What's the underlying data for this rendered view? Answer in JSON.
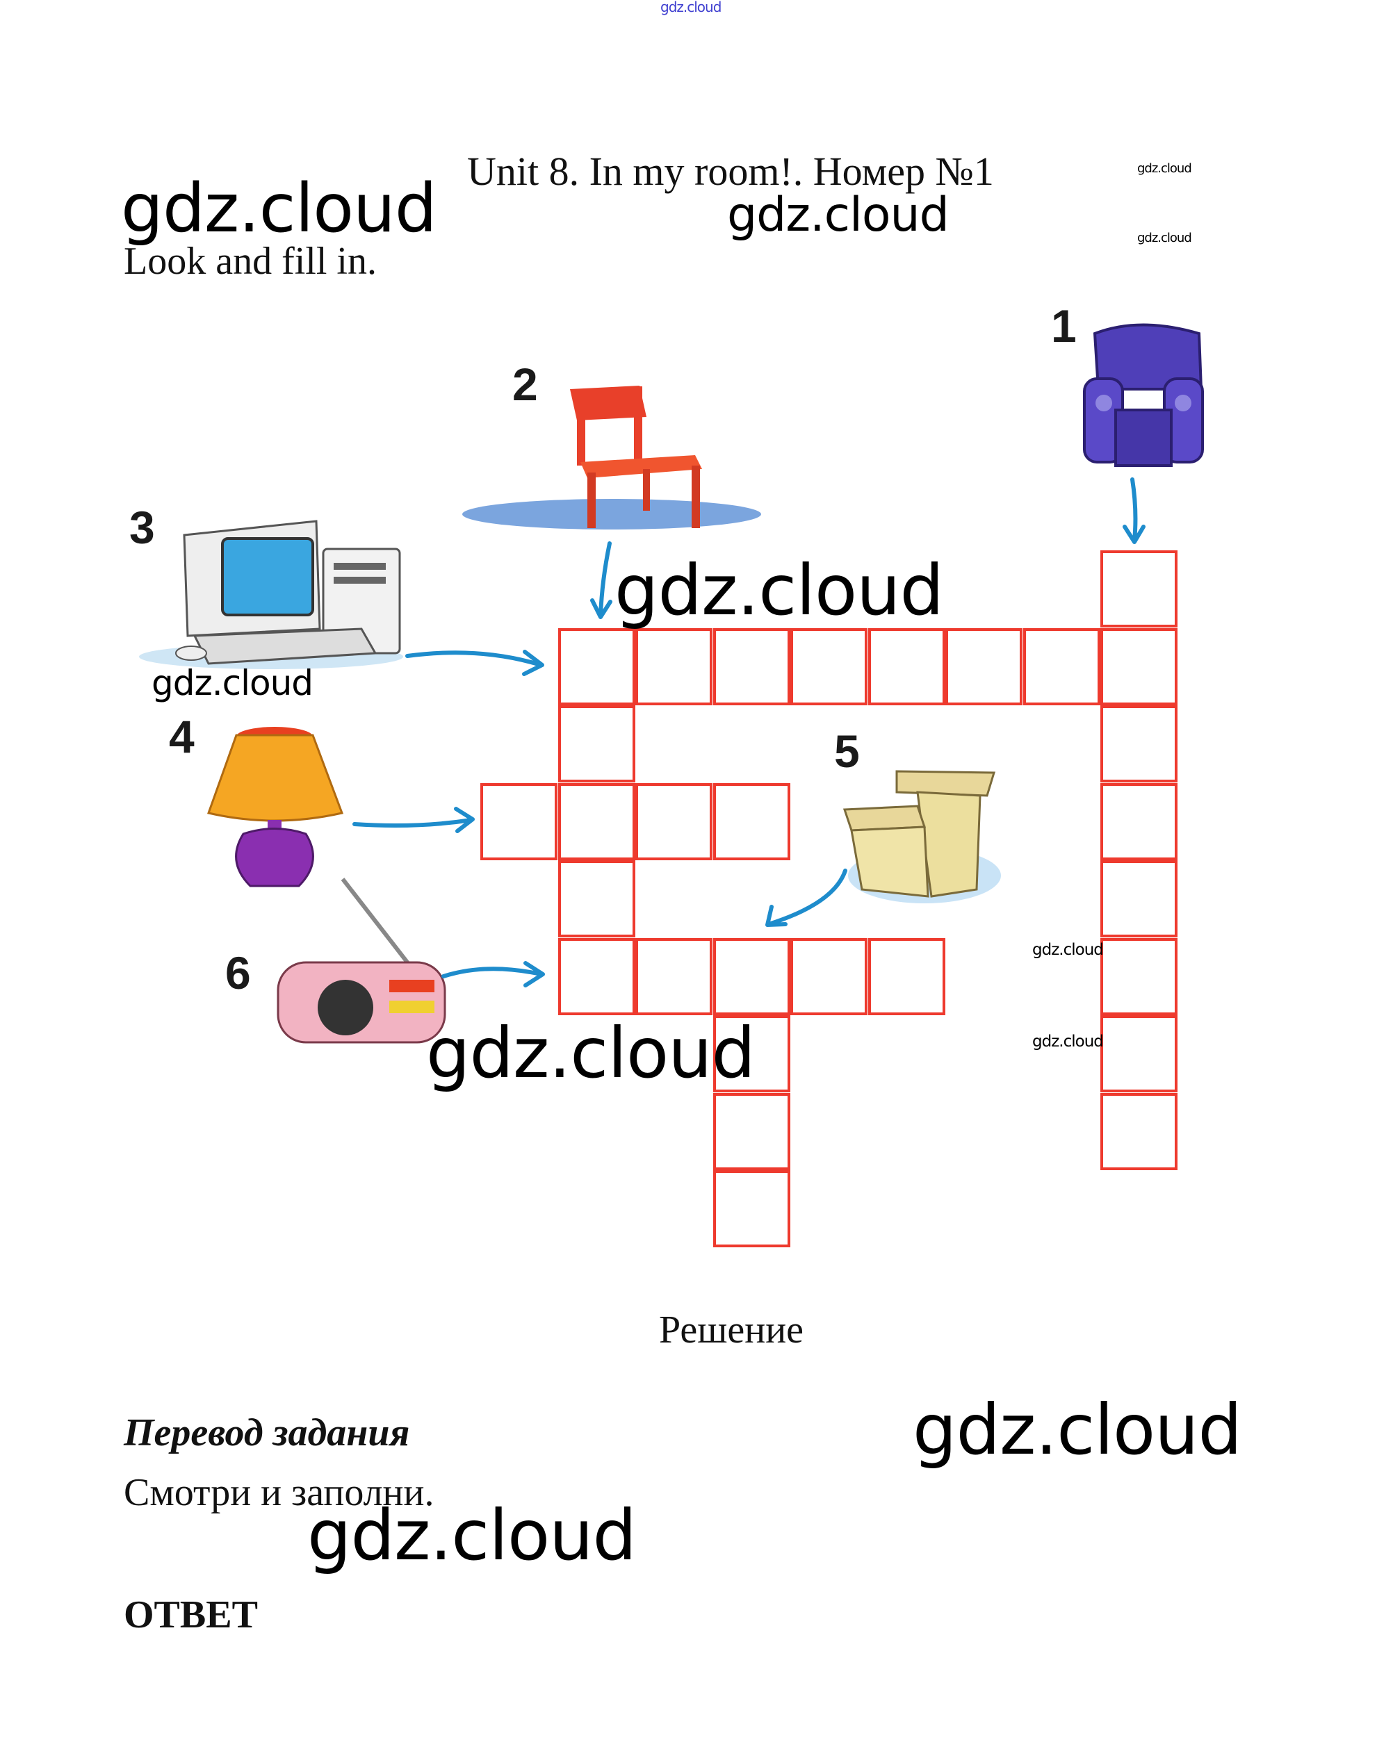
{
  "header": {
    "top_watermark": "gdz.cloud",
    "title": "Unit 8. In my room!. Номер №1",
    "instruction": "Look and fill in."
  },
  "watermarks": {
    "big": "gdz.cloud",
    "small": "gdz.cloud"
  },
  "crossword": {
    "border_color": "#ee3a2e",
    "arrow_color": "#1e8ccc",
    "entries": [
      {
        "number": "1",
        "picture": "armchair-icon",
        "direction": "down",
        "row": 0,
        "col": 8,
        "length": 8
      },
      {
        "number": "2",
        "picture": "chair-icon",
        "direction": "down",
        "row": 1,
        "col": 1,
        "length": 5
      },
      {
        "number": "3",
        "picture": "computer-icon",
        "direction": "across",
        "row": 1,
        "col": 1,
        "length": 8
      },
      {
        "number": "4",
        "picture": "lamp-icon",
        "direction": "across",
        "row": 3,
        "col": 0,
        "length": 4
      },
      {
        "number": "5",
        "picture": "desk-icon",
        "direction": "down",
        "row": 5,
        "col": 3,
        "length": 4
      },
      {
        "number": "6",
        "picture": "radio-icon",
        "direction": "across",
        "row": 5,
        "col": 1,
        "length": 5
      }
    ]
  },
  "solution": {
    "heading": "Решение",
    "translation_heading": "Перевод задания",
    "translation_text": "Смотри и заполни.",
    "answer_heading": "ОТВЕТ"
  }
}
